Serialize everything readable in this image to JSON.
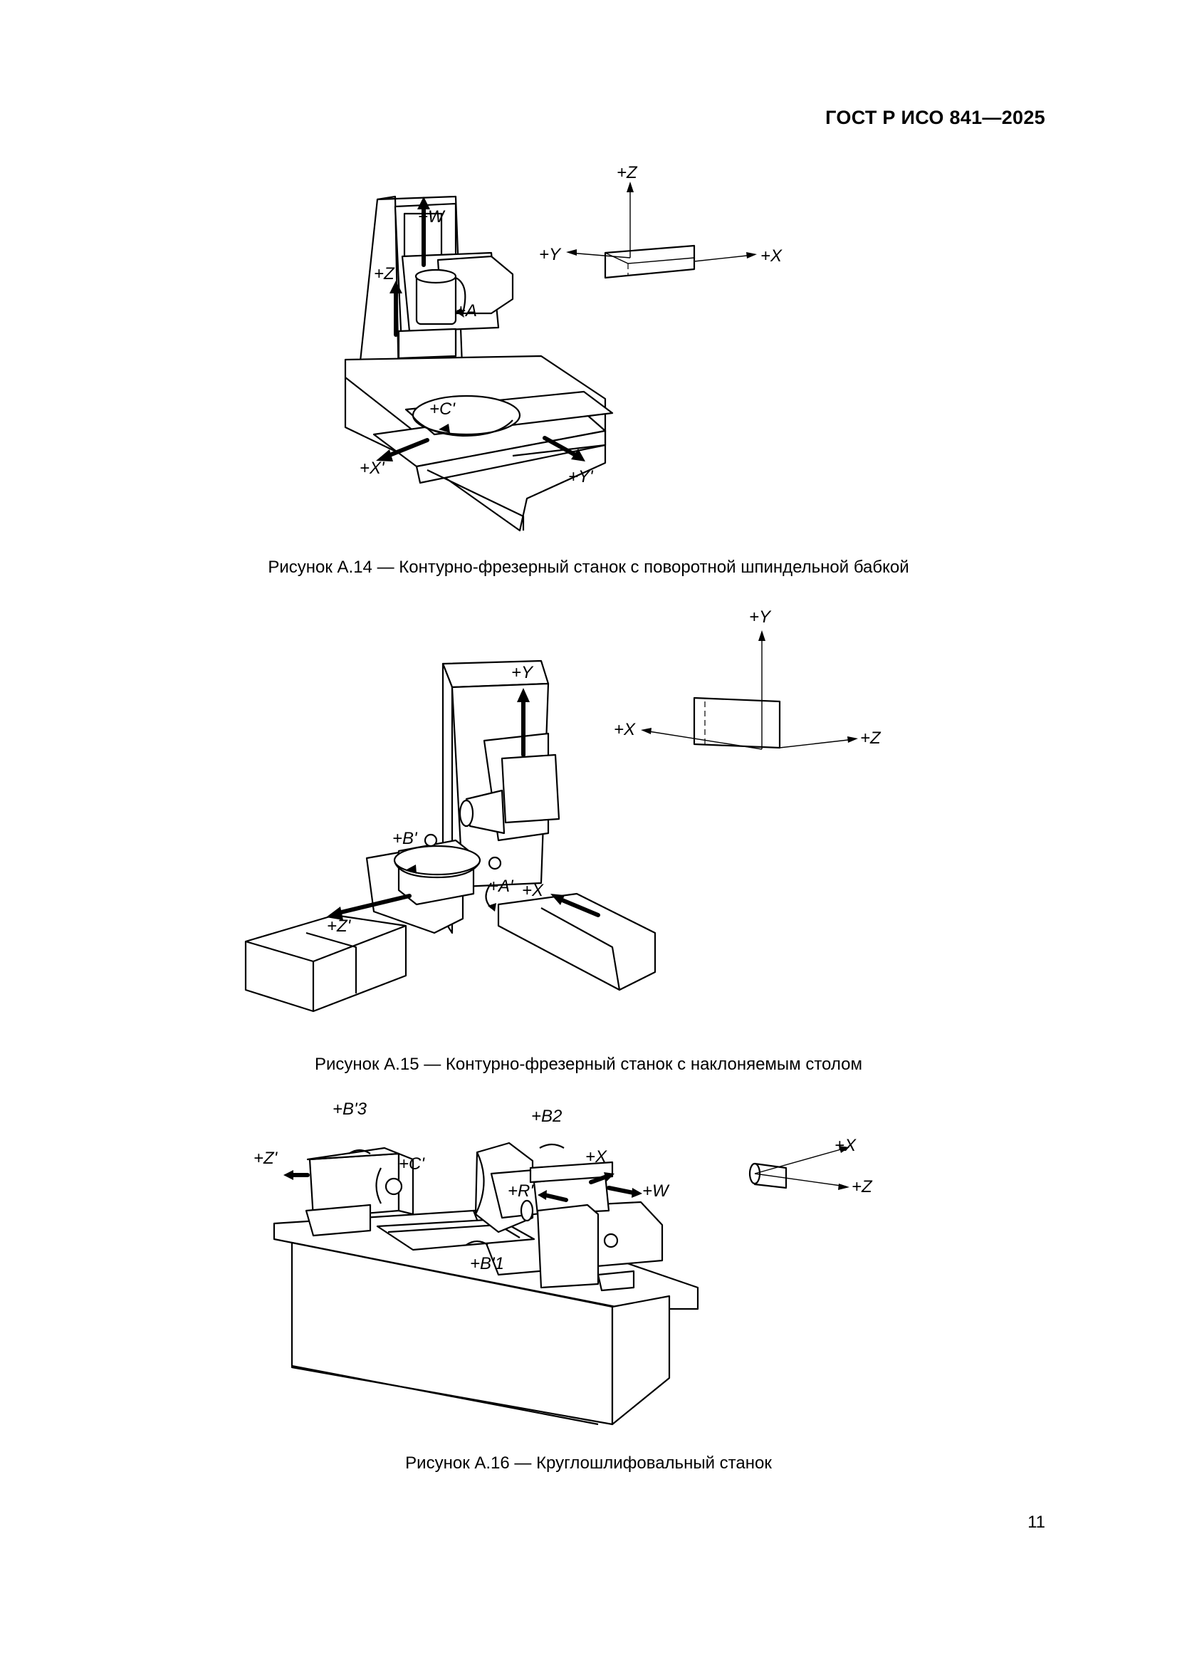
{
  "header": {
    "standard": "ГОСТ Р ИСО 841—2025"
  },
  "figures": [
    {
      "caption": "Рисунок А.14 — Контурно-фрезерный станок с поворотной шпиндельной бабкой",
      "labels": {
        "w": "+W",
        "z": "+Z",
        "a": "+A",
        "c": "+C'",
        "xp": "+X'",
        "yp": "+Y'"
      },
      "axes": {
        "z": "+Z",
        "y": "+Y",
        "x": "+X"
      }
    },
    {
      "caption": "Рисунок А.15 — Контурно-фрезерный станок с наклоняемым столом",
      "labels": {
        "y": "+Y",
        "b": "+B'",
        "a": "+A'",
        "x": "+X",
        "z": "+Z'"
      },
      "axes": {
        "y": "+Y",
        "x": "+X",
        "z": "+Z"
      }
    },
    {
      "caption": "Рисунок А.16 — Круглошлифовальный станок",
      "labels": {
        "b3": "+B'3",
        "b2": "+B2",
        "zp": "+Z'",
        "c": "+C'",
        "x": "+X",
        "r": "+R'",
        "w": "+W",
        "b1": "+B'1"
      },
      "axes": {
        "x": "+X",
        "z": "+Z"
      }
    }
  ],
  "page_number": "11"
}
